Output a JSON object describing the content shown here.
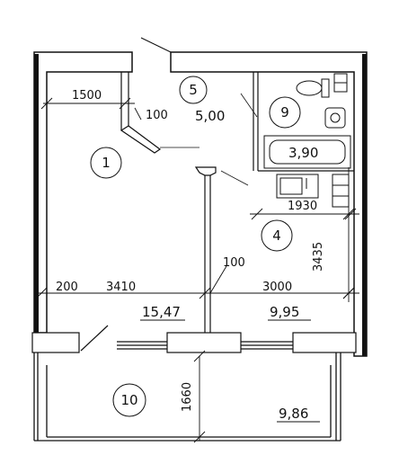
{
  "plan": {
    "rooms": [
      {
        "id": "1",
        "area": "15,47"
      },
      {
        "id": "4",
        "area": "9,95"
      },
      {
        "id": "5",
        "area": "5,00"
      },
      {
        "id": "9",
        "area": "3,90"
      },
      {
        "id": "10",
        "area": "9,86"
      }
    ],
    "dimensions": {
      "d1500": "1500",
      "d100_top": "100",
      "d1930": "1930",
      "d3435": "3435",
      "d100_mid": "100",
      "d200": "200",
      "d3410": "3410",
      "d3000": "3000",
      "d1660": "1660"
    }
  }
}
